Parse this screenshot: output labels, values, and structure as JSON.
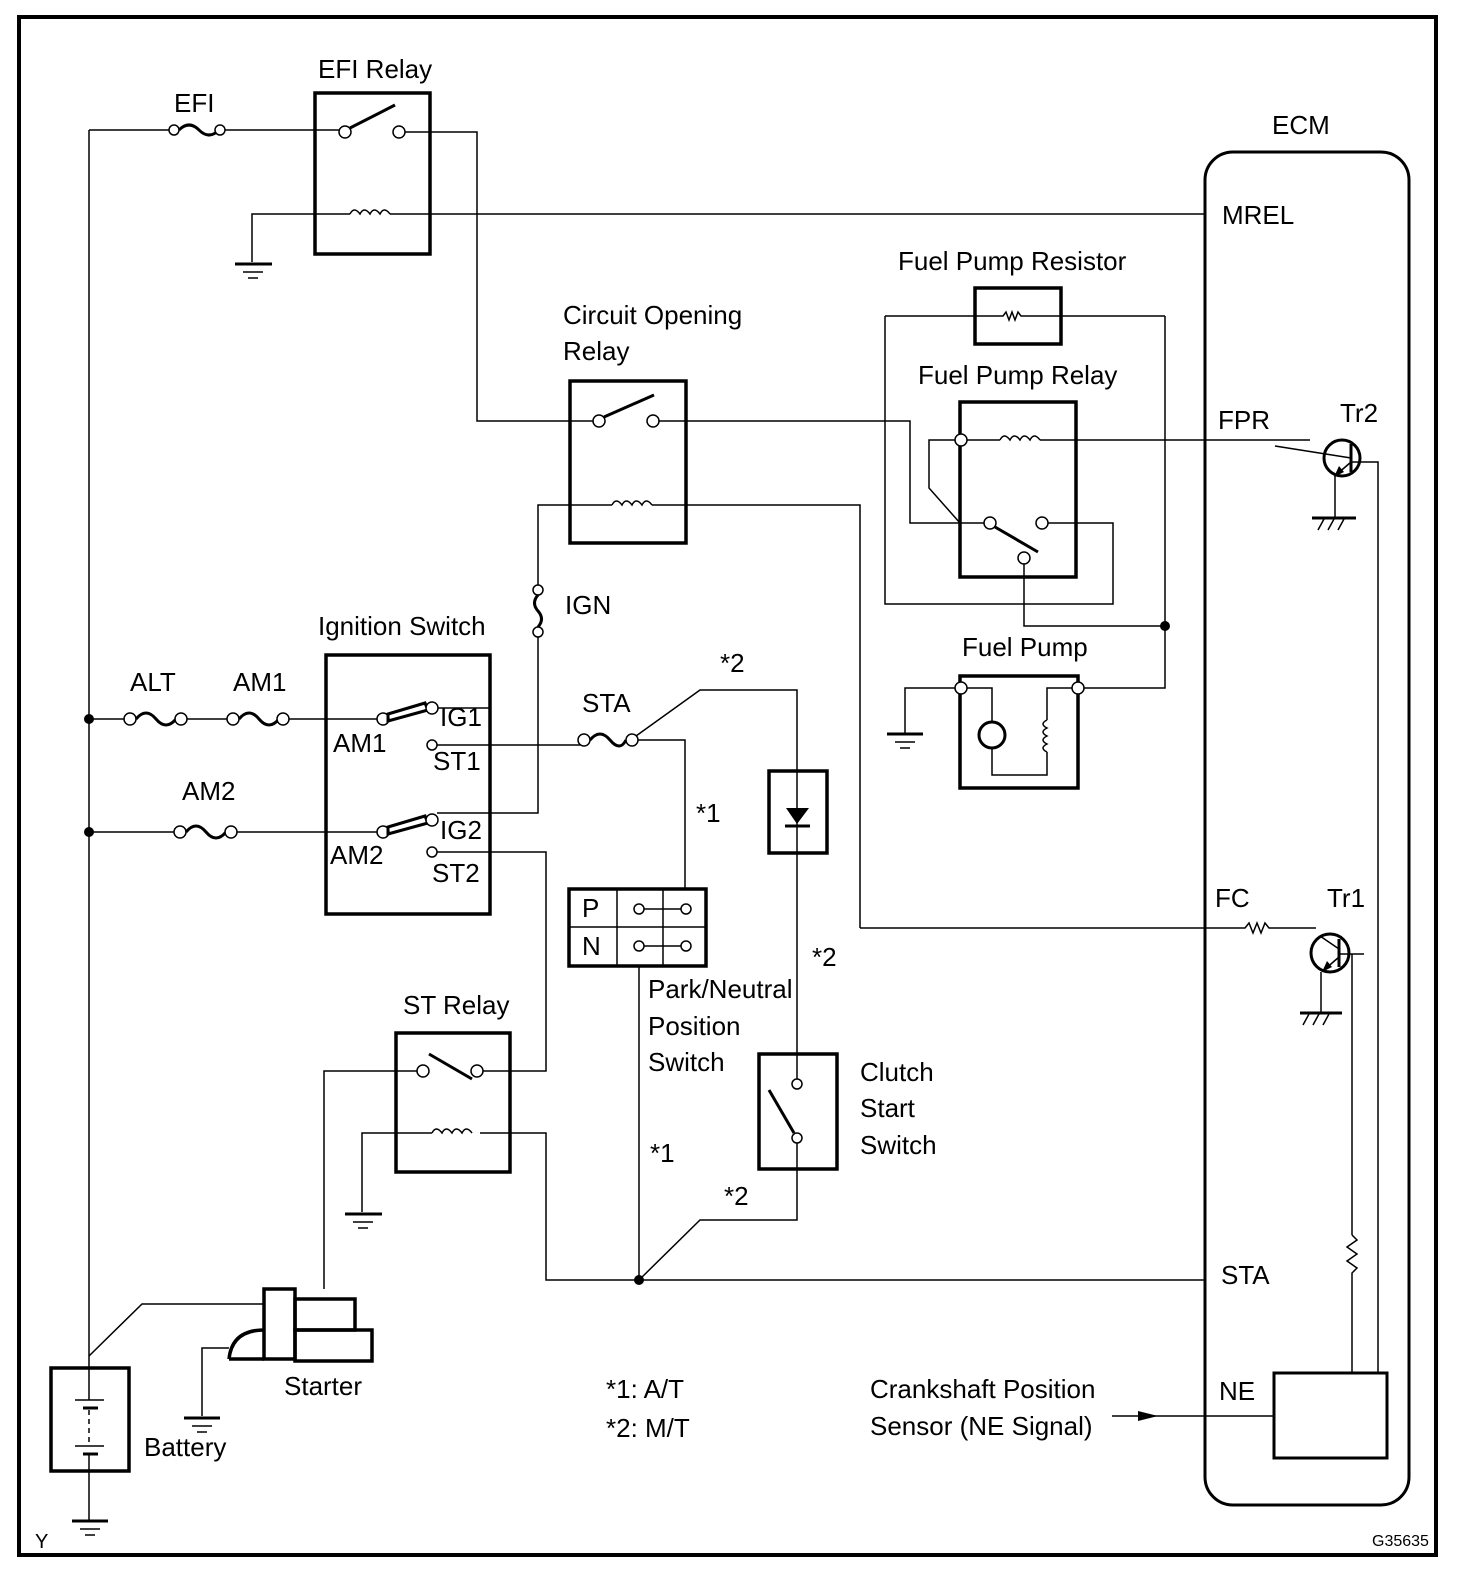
{
  "diagram": {
    "title_code": "G35635",
    "corner_mark": "Y",
    "components": {
      "efi_fuse": "EFI",
      "efi_relay": "EFI Relay",
      "ecm": "ECM",
      "fuel_pump_resistor": "Fuel Pump Resistor",
      "circuit_opening_relay_line1": "Circuit Opening",
      "circuit_opening_relay_line2": "Relay",
      "fuel_pump_relay": "Fuel Pump Relay",
      "fuel_pump": "Fuel Pump",
      "ign_fuse": "IGN",
      "ignition_switch": "Ignition Switch",
      "alt_fuse": "ALT",
      "am1_fuse": "AM1",
      "am2_fuse": "AM2",
      "sta_fuse": "STA",
      "st_relay": "ST Relay",
      "pn_switch_line1": "Park/Neutral",
      "pn_switch_line2": "Position",
      "pn_switch_line3": "Switch",
      "clutch_switch_line1": "Clutch",
      "clutch_switch_line2": "Start",
      "clutch_switch_line3": "Switch",
      "starter": "Starter",
      "battery": "Battery",
      "crank_sensor_line1": "Crankshaft Position",
      "crank_sensor_line2": "Sensor (NE Signal)"
    },
    "ignition_terminals": {
      "am1": "AM1",
      "ig1": "IG1",
      "st1": "ST1",
      "am2": "AM2",
      "ig2": "IG2",
      "st2": "ST2"
    },
    "pn_positions": [
      "P",
      "N"
    ],
    "ecm_terminals": {
      "mrel": "MREL",
      "fpr": "FPR",
      "fc": "FC",
      "sta": "STA",
      "ne": "NE",
      "tr1": "Tr1",
      "tr2": "Tr2"
    },
    "notes": {
      "n1_mark": "*1",
      "n2_mark": "*2",
      "legend_1": "*1: A/T",
      "legend_2": "*2: M/T"
    }
  }
}
